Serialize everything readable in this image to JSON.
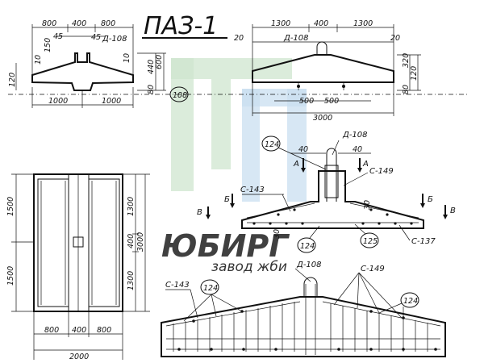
{
  "title": "ПАЗ-1",
  "watermark": {
    "text1": "ЮБИРГ",
    "text2": "завод жби"
  },
  "side_view": {
    "dims_top": [
      "800",
      "400",
      "800"
    ],
    "d45a": "45",
    "d45b": "45",
    "d150": "150",
    "d10l": "10",
    "d10r": "10",
    "d120": "120",
    "d440": "440",
    "d600": "600",
    "d80": "80",
    "bottom": [
      "1000",
      "1000"
    ],
    "label": "Д-108"
  },
  "front_view": {
    "dims_top": [
      "1300",
      "400",
      "1300"
    ],
    "d20l": "20",
    "d20r": "20",
    "d320": "320",
    "d120": "120",
    "d80": "80",
    "d500a": "500",
    "d500b": "500",
    "total": "3000",
    "label": "Д-108"
  },
  "callout_108": "108",
  "plan": {
    "left": [
      "1500",
      "1500"
    ],
    "right": [
      "1300",
      "400",
      "1300"
    ],
    "right_total": "3000",
    "bottom": [
      "800",
      "400",
      "800"
    ],
    "total": "2000"
  },
  "section": {
    "c124": "124",
    "d40a": "40",
    "d40b": "40",
    "d108": "Д-108",
    "A1": "А",
    "A2": "А",
    "c149": "С-149",
    "c143": "С-143",
    "B1": "Б",
    "B2": "Б",
    "V1": "В",
    "V2": "В",
    "d30a": "30",
    "d30b": "30",
    "c124b": "124",
    "c125": "125",
    "c137": "С-137"
  },
  "elevation": {
    "d108": "Д-108",
    "c149": "С-149",
    "c143": "С-143",
    "c124a": "124",
    "c124b": "124"
  }
}
